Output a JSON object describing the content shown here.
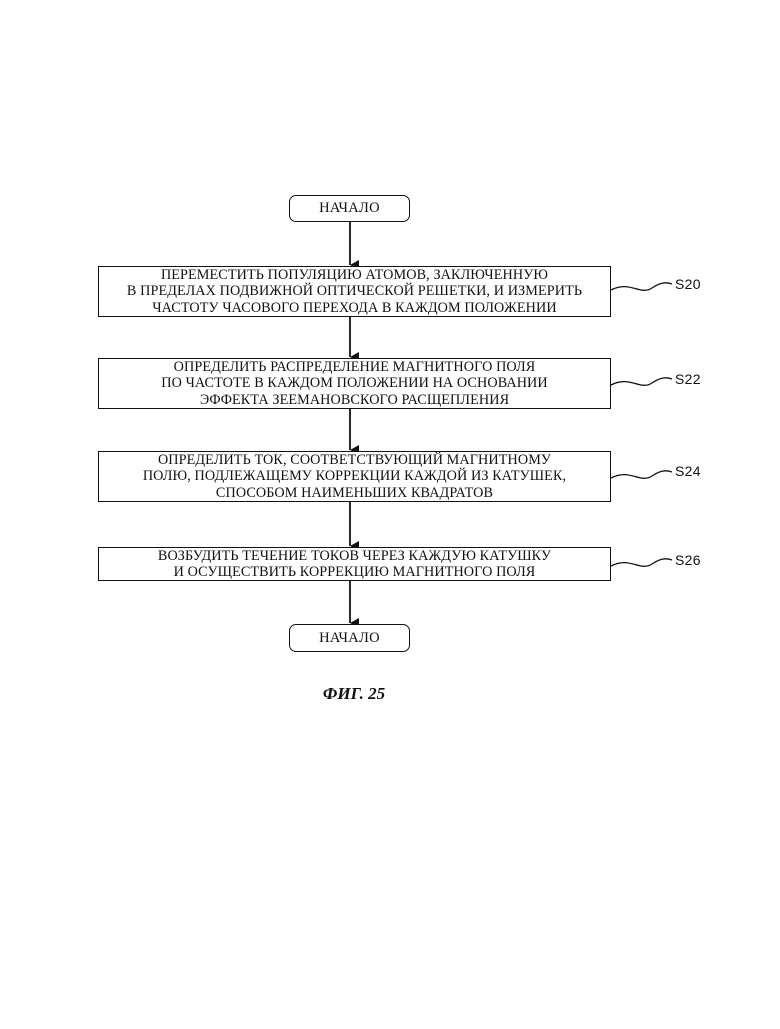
{
  "flowchart": {
    "start": "НАЧАЛО",
    "steps": [
      {
        "id": "S20",
        "lines": [
          "ПЕРЕМЕСТИТЬ ПОПУЛЯЦИЮ АТОМОВ, ЗАКЛЮЧЕННУЮ",
          "В ПРЕДЕЛАХ ПОДВИЖНОЙ ОПТИЧЕСКОЙ РЕШЕТКИ, И ИЗМЕРИТЬ",
          "ЧАСТОТУ ЧАСОВОГО ПЕРЕХОДА В КАЖДОМ ПОЛОЖЕНИИ"
        ]
      },
      {
        "id": "S22",
        "lines": [
          "ОПРЕДЕЛИТЬ РАСПРЕДЕЛЕНИЕ МАГНИТНОГО ПОЛЯ",
          "ПО ЧАСТОТЕ В КАЖДОМ ПОЛОЖЕНИИ НА ОСНОВАНИИ",
          "ЭФФЕКТА ЗЕЕМАНОВСКОГО РАСЩЕПЛЕНИЯ"
        ]
      },
      {
        "id": "S24",
        "lines": [
          "ОПРЕДЕЛИТЬ ТОК, СООТВЕТСТВУЮЩИЙ МАГНИТНОМУ",
          "ПОЛЮ, ПОДЛЕЖАЩЕМУ КОРРЕКЦИИ КАЖДОЙ ИЗ КАТУШЕК,",
          "СПОСОБОМ НАИМЕНЬШИХ КВАДРАТОВ"
        ]
      },
      {
        "id": "S26",
        "lines": [
          "ВОЗБУДИТЬ ТЕЧЕНИЕ ТОКОВ ЧЕРЕЗ КАЖДУЮ КАТУШКУ",
          "И ОСУЩЕСТВИТЬ КОРРЕКЦИЮ МАГНИТНОГО ПОЛЯ"
        ]
      }
    ],
    "end": "НАЧАЛО"
  },
  "caption": "ФИГ. 25"
}
